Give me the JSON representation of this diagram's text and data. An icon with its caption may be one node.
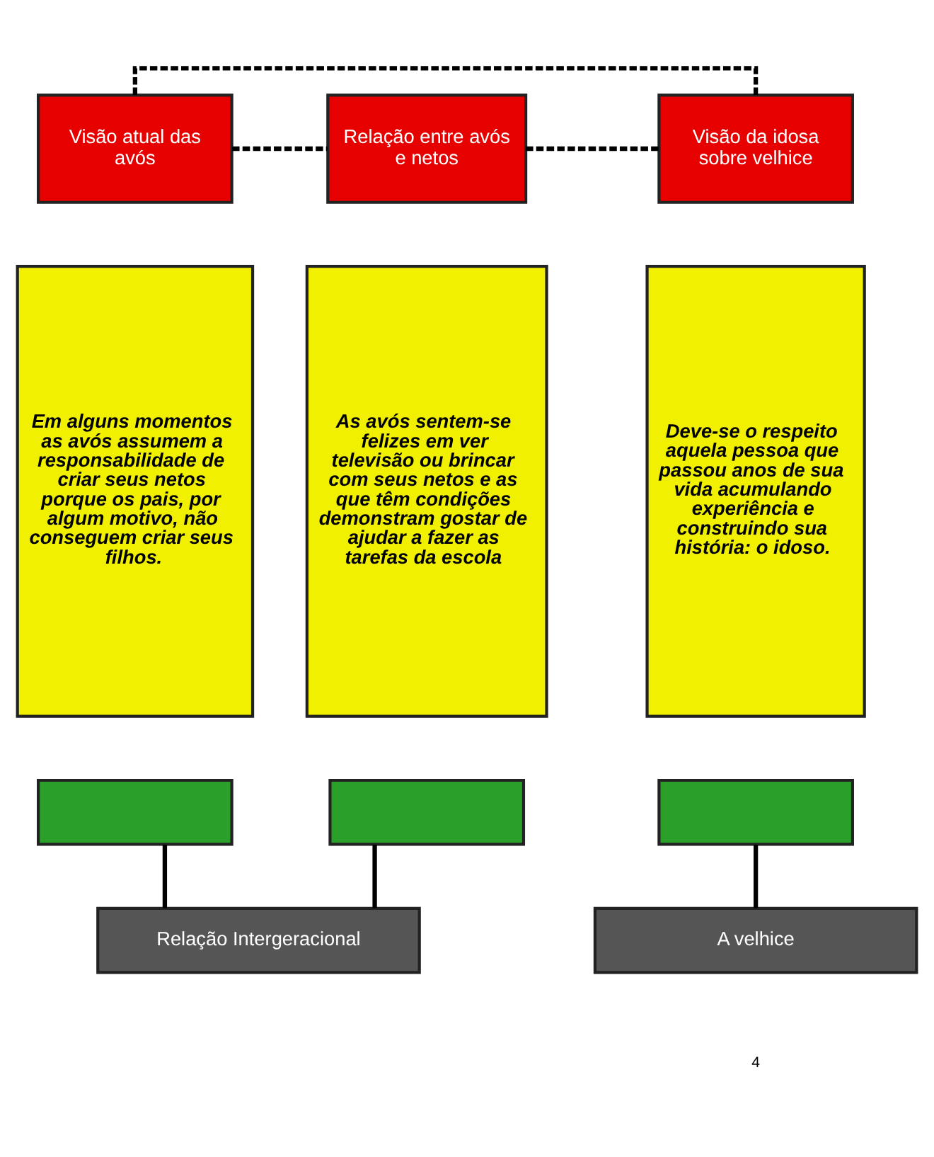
{
  "diagram": {
    "nodes": [
      {
        "text": [
          "Visão atual das avós"
        ]
      },
      {
        "text": [
          "Em alguns momentos as avós assumem a responsabilidade de criar seus netos porque os pais, por algum motivo, não conseguem criar seus filhos."
        ]
      },
      {
        "text": [],
        "shape": "box"
      },
      {
        "text": [
          "Relação entre avós e netos"
        ]
      },
      {
        "text": [
          "As avós sentem-se felizes em ver televisão ou brincar com seus netos e as que têm condições demonstram gostar de ajudar a fazer as tarefas da escola"
        ]
      },
      {
        "text": [],
        "shape": "box"
      },
      {
        "text": [
          "Visão da idosa sobre velhice"
        ]
      },
      {
        "text": [
          "Deve-se o respeito aquela pessoa que passou anos de sua vida acumulando experiência e construindo sua história: o idoso."
        ]
      },
      {
        "text": [],
        "shape": "box"
      },
      {
        "text": [
          "Relação Intergeracional"
        ]
      },
      {
        "text": [
          "A velhice"
        ]
      }
    ],
    "edges": [
      {
        "from": 0,
        "to": 3,
        "arrow": "none",
        "style": "dashed"
      },
      {
        "from": 0,
        "to": 6,
        "arrow": "none",
        "style": "dashed"
      },
      {
        "from": 3,
        "to": 6,
        "arrow": "none",
        "style": "dashed"
      },
      {
        "from": 2,
        "to": 9,
        "arrow": "none"
      },
      {
        "from": 5,
        "to": 9,
        "arrow": "none"
      },
      {
        "from": 8,
        "to": 10,
        "arrow": "none"
      }
    ],
    "labels": [
      "4"
    ]
  }
}
